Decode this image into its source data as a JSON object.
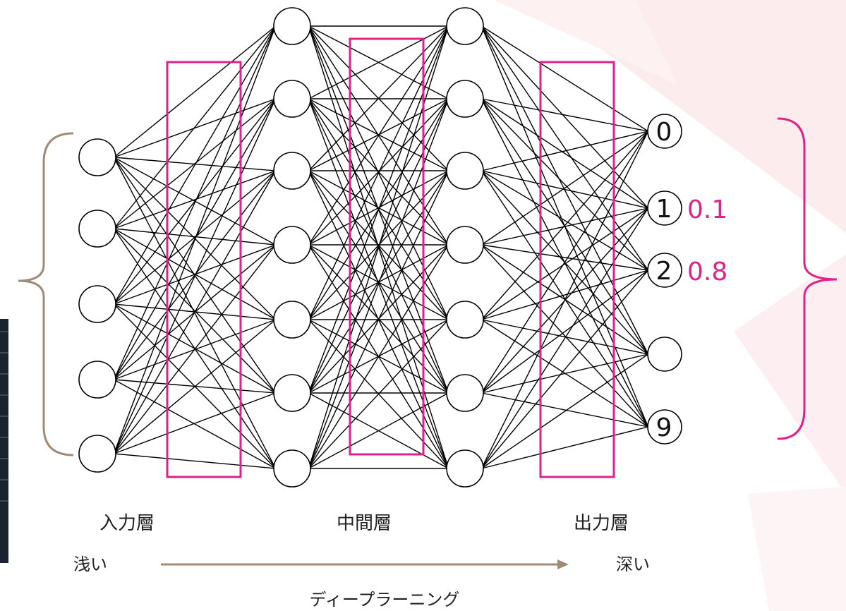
{
  "layers": {
    "input": "入力層",
    "middle": "中間層",
    "output": "出力層"
  },
  "depth": {
    "shallow": "浅い",
    "deep": "深い"
  },
  "caption": "ディープラーニング",
  "output_nodes": [
    "0",
    "1",
    "2",
    "",
    "9"
  ],
  "probabilities": [
    "",
    "0.1",
    "0.8",
    "",
    ""
  ],
  "colors": {
    "highlight": "#e0218a",
    "bracket": "#a08a78",
    "arrow": "#a08a78",
    "line": "#000000",
    "background_glow": "#fbe3e6"
  }
}
